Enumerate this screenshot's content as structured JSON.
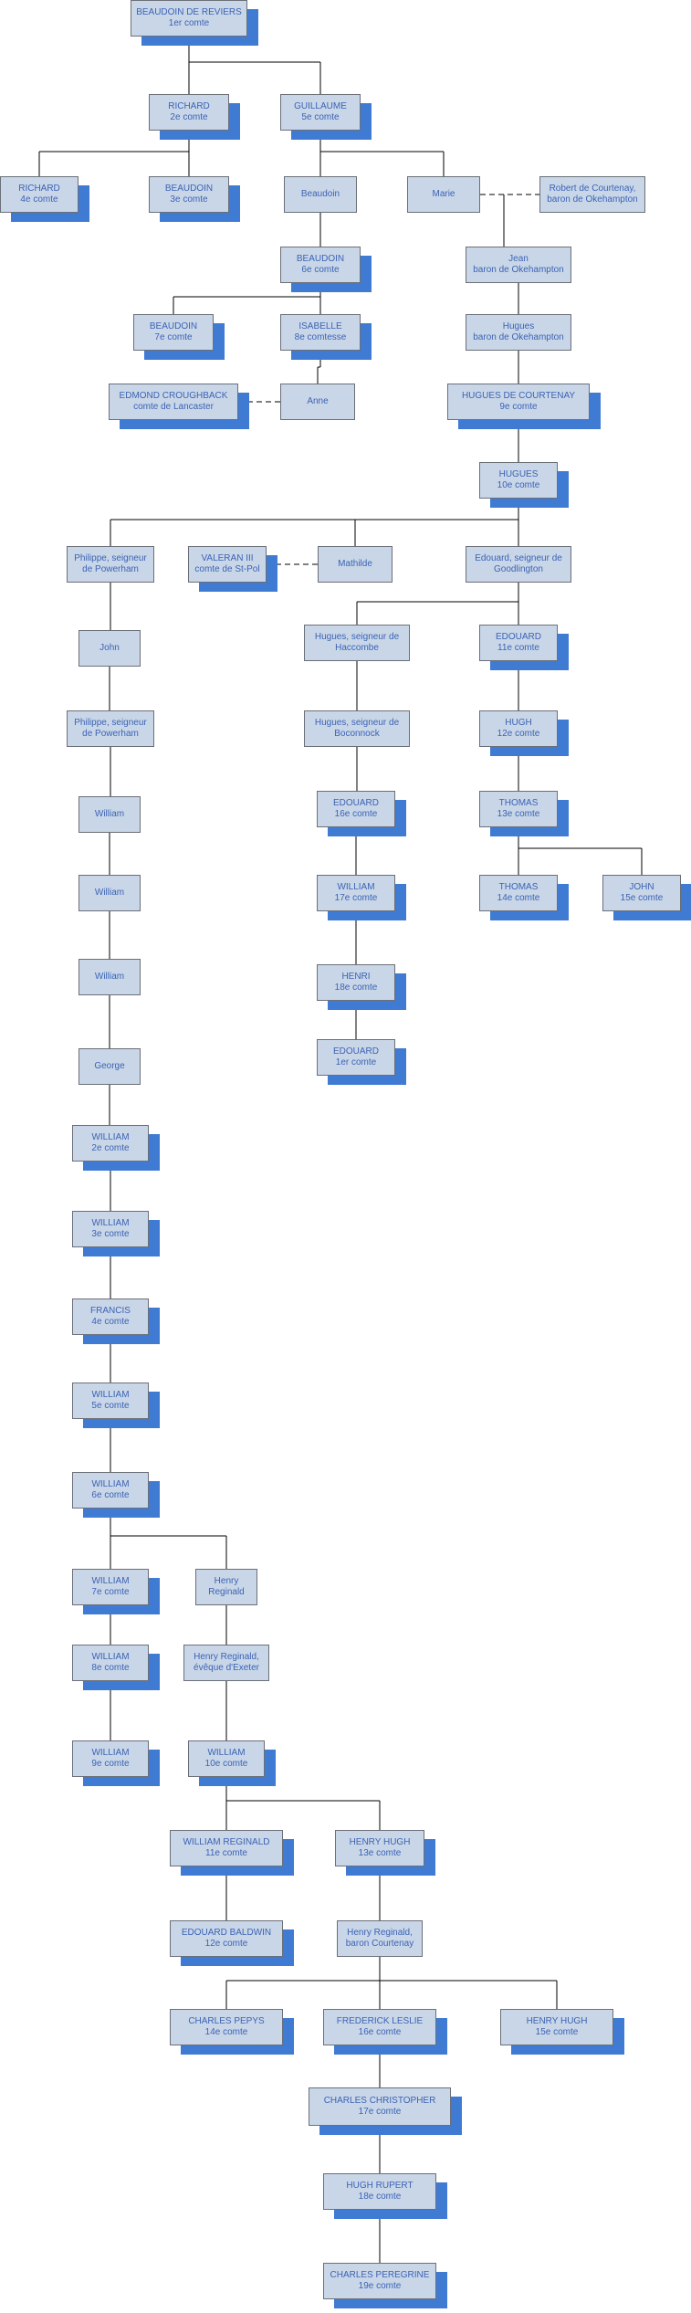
{
  "nodes": {
    "n1": [
      "BEAUDOIN DE REVIERS",
      "1er comte"
    ],
    "n2": [
      "RICHARD",
      "2e comte"
    ],
    "n3": [
      "GUILLAUME",
      "5e comte"
    ],
    "n4": [
      "RICHARD",
      "4e comte"
    ],
    "n5": [
      "BEAUDOIN",
      "3e comte"
    ],
    "n6": [
      "Beaudoin",
      ""
    ],
    "n7": [
      "Marie",
      ""
    ],
    "n8": [
      "Robert de Courtenay,",
      "baron de Okehampton"
    ],
    "n9": [
      "BEAUDOIN",
      "6e comte"
    ],
    "n10": [
      "Jean",
      "baron de Okehampton"
    ],
    "n11": [
      "BEAUDOIN",
      "7e comte"
    ],
    "n12": [
      "ISABELLE",
      "8e comtesse"
    ],
    "n13": [
      "Hugues",
      "baron de Okehampton"
    ],
    "n14": [
      "EDMOND CROUGHBACK",
      "comte de Lancaster"
    ],
    "n15": [
      "Anne",
      ""
    ],
    "n16": [
      "HUGUES DE COURTENAY",
      "9e comte"
    ],
    "n17": [
      "HUGUES",
      "10e comte"
    ],
    "n18": [
      "Philippe, seigneur",
      "de Powerham"
    ],
    "n19": [
      "VALERAN III",
      "comte de St-Pol"
    ],
    "n20": [
      "Mathilde",
      ""
    ],
    "n21": [
      "Edouard, seigneur de",
      "Goodlington"
    ],
    "n22": [
      "John",
      ""
    ],
    "n23": [
      "Hugues, seigneur de",
      "Haccombe"
    ],
    "n24": [
      "EDOUARD",
      "11e comte"
    ],
    "n25": [
      "Philippe, seigneur",
      "de Powerham"
    ],
    "n26": [
      "Hugues, seigneur de",
      "Boconnock"
    ],
    "n27": [
      "HUGH",
      "12e comte"
    ],
    "n28": [
      "EDOUARD",
      "16e comte"
    ],
    "n29": [
      "THOMAS",
      "13e comte"
    ],
    "n30": [
      "William",
      ""
    ],
    "n31": [
      "WILLIAM",
      "17e comte"
    ],
    "n32": [
      "THOMAS",
      "14e comte"
    ],
    "n33": [
      "JOHN",
      "15e comte"
    ],
    "n34": [
      "William",
      ""
    ],
    "n35": [
      "HENRI",
      "18e comte"
    ],
    "n36": [
      "William",
      ""
    ],
    "n37": [
      "EDOUARD",
      "1er comte"
    ],
    "n38": [
      "George",
      ""
    ],
    "n39": [
      "WILLIAM",
      "2e comte"
    ],
    "n40": [
      "WILLIAM",
      "3e comte"
    ],
    "n41": [
      "FRANCIS",
      "4e comte"
    ],
    "n42": [
      "WILLIAM",
      "5e comte"
    ],
    "n43": [
      "WILLIAM",
      "6e comte"
    ],
    "n44": [
      "WILLIAM",
      "7e comte"
    ],
    "n45": [
      "Henry",
      "Reginald"
    ],
    "n46": [
      "WILLIAM",
      "8e comte"
    ],
    "n47": [
      "Henry Reginald,",
      "évêque d'Exeter"
    ],
    "n48": [
      "WILLIAM",
      "9e comte"
    ],
    "n49": [
      "WILLIAM",
      "10e comte"
    ],
    "n50": [
      "WILLIAM REGINALD",
      "11e comte"
    ],
    "n51": [
      "HENRY HUGH",
      "13e comte"
    ],
    "n52": [
      "EDOUARD BALDWIN",
      "12e comte"
    ],
    "n53": [
      "Henry Reginald,",
      "baron Courtenay"
    ],
    "n54": [
      "CHARLES PEPYS",
      "14e comte"
    ],
    "n55": [
      "FREDERICK LESLIE",
      "16e comte"
    ],
    "n56": [
      "HENRY HUGH",
      "15e comte"
    ],
    "n57": [
      "CHARLES CHRISTOPHER",
      "17e comte"
    ],
    "n58": [
      "HUGH RUPERT",
      "18e comte"
    ],
    "n59": [
      "CHARLES PEREGRINE",
      "19e comte"
    ]
  },
  "colors": {
    "box_fill": "#c8d6e8",
    "box_border": "#6b6f78",
    "text": "#3c63b4",
    "earl_shadow": "#3f7bd3",
    "line": "#000000"
  }
}
